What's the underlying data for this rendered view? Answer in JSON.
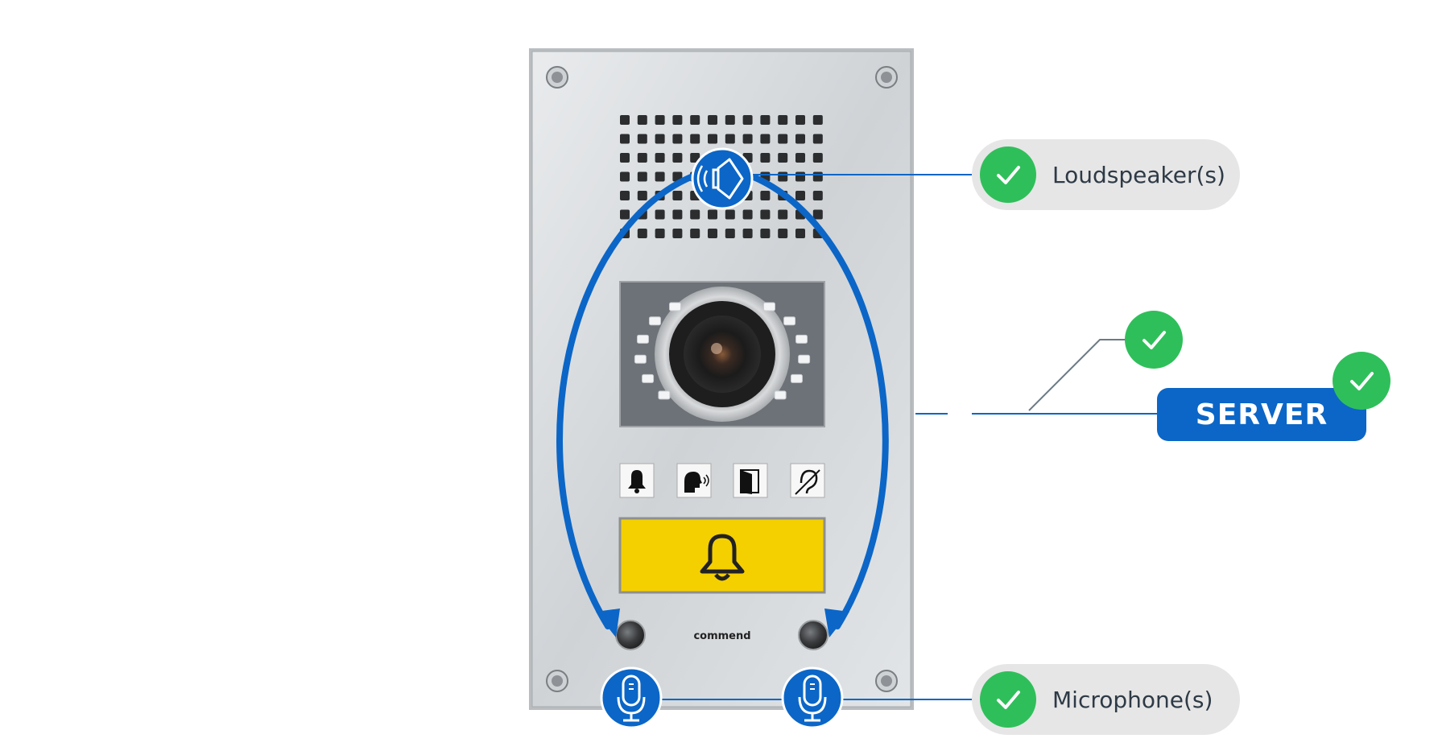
{
  "labels": {
    "loudspeaker": "Loudspeaker(s)",
    "microphone": "Microphone(s)",
    "server": "SERVER",
    "brand": "commend"
  },
  "colors": {
    "accent_blue": "#0b66c7",
    "check_green": "#2fbf5a",
    "pill_gray": "#e6e6e6",
    "panel_steel": "#d9dcdf",
    "call_button_yellow": "#f5d000"
  },
  "icons": {
    "loudspeaker_badge": "loudspeaker-icon",
    "microphone_badges": "microphone-icon",
    "check": "check-icon",
    "panel_buttons": [
      "bell-icon",
      "speaking-head-icon",
      "door-icon",
      "hearing-loop-icon"
    ],
    "call_button": "bell-icon"
  }
}
